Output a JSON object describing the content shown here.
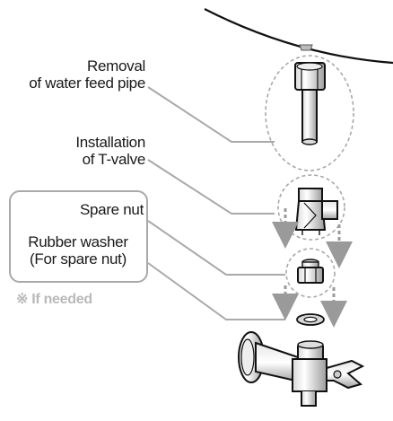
{
  "labels": {
    "removal": [
      "Removal",
      "of water feed pipe"
    ],
    "t_valve": [
      "Installation",
      "of T-valve"
    ],
    "spare_nut": "Spare nut",
    "rubber_washer": [
      "Rubber washer",
      "(For spare nut)"
    ],
    "if_needed": "※ If needed"
  },
  "colors": {
    "line": "#a9a9a9",
    "outline": "#111111",
    "arrow": "#9a9a9a",
    "muted_text": "#b9b9b9"
  }
}
